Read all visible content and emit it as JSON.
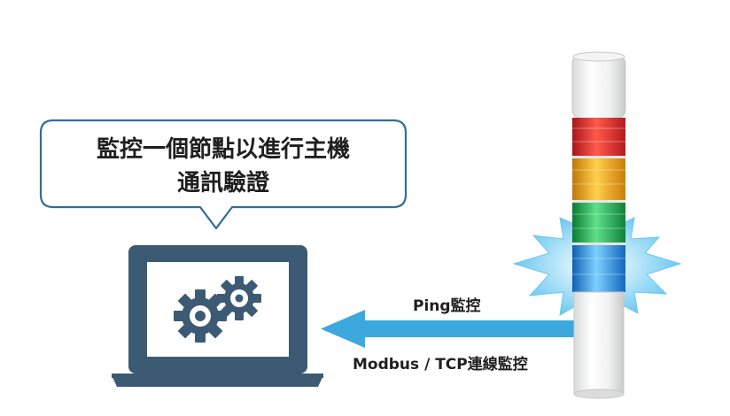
{
  "bubble": {
    "line1": "監控一個節點以進行主機",
    "line2": "通訊驗證"
  },
  "arrow": {
    "label_top": "Ping監控",
    "label_bottom": "Modbus / TCP連線監控",
    "color": "#3ba9de"
  },
  "colors": {
    "laptop": "#3c5a73",
    "bubble_border": "#2f6f96",
    "tower_red": "#e0282e",
    "tower_amber": "#f0a21a",
    "tower_green": "#1fa84c",
    "tower_blue": "#1f7fd6",
    "glow": "#7ecff1"
  },
  "icons": {
    "laptop": "laptop-icon",
    "gears": "gears-icon",
    "tower": "signal-tower-icon"
  }
}
